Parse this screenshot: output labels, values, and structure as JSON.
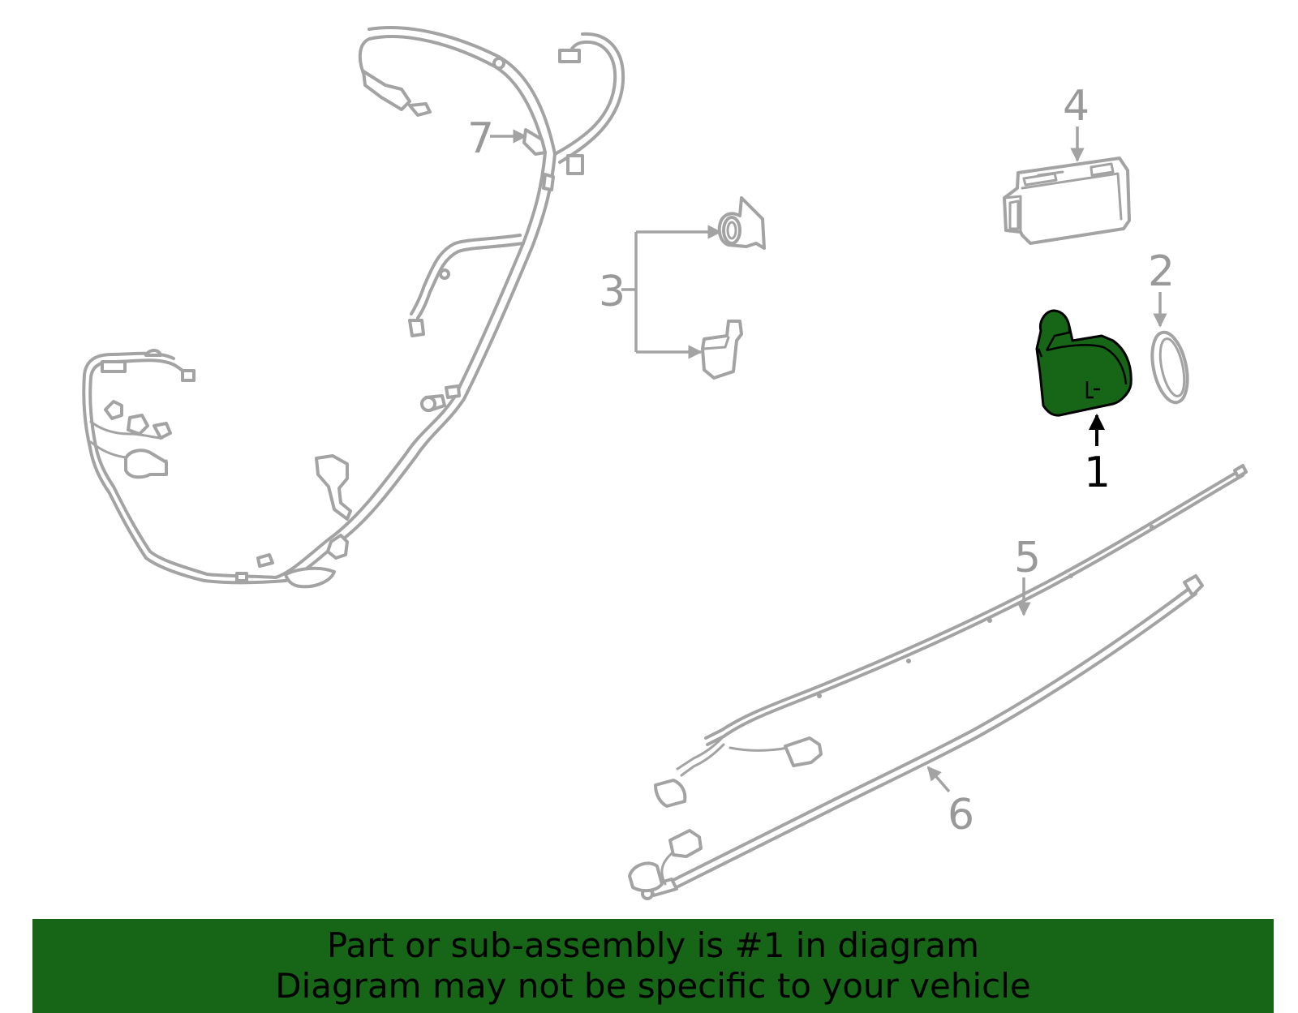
{
  "diagram": {
    "active_color": "#176617",
    "line_color": "#a3a3a3",
    "label_color": "#999999",
    "callouts": [
      {
        "number": "1",
        "part": "sensor",
        "highlighted": true
      },
      {
        "number": "2",
        "part": "sensor-ring"
      },
      {
        "number": "3",
        "part": "brackets"
      },
      {
        "number": "4",
        "part": "module"
      },
      {
        "number": "5",
        "part": "harness"
      },
      {
        "number": "6",
        "part": "harness"
      },
      {
        "number": "7",
        "part": "wiring-harness"
      }
    ]
  },
  "footer": {
    "line1": "Part or sub-assembly is #1 in diagram",
    "line2": "Diagram may not be specific to your vehicle",
    "background": "#176617"
  }
}
